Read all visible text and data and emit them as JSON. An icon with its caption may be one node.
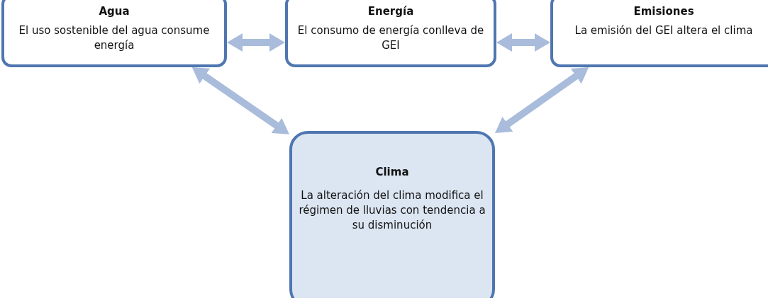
{
  "diagram": {
    "nodes": [
      {
        "text": [
          "Agua",
          "El uso sostenible del agua consume energía"
        ]
      },
      {
        "text": [
          "Energía",
          "El consumo de energía conlleva de GEI"
        ]
      },
      {
        "text": [
          "Emisiones",
          "La emisión del GEI altera el clima"
        ]
      },
      {
        "text": [
          "Clima",
          "La alteración del clima modifica el régimen de lluvias con tendencia a su disminución"
        ]
      }
    ],
    "edges": [
      {
        "from": 0,
        "to": 1,
        "arrow": "both"
      },
      {
        "from": 1,
        "to": 2,
        "arrow": "both"
      },
      {
        "from": 0,
        "to": 3,
        "arrow": "both"
      },
      {
        "from": 2,
        "to": 3,
        "arrow": "both"
      }
    ]
  }
}
